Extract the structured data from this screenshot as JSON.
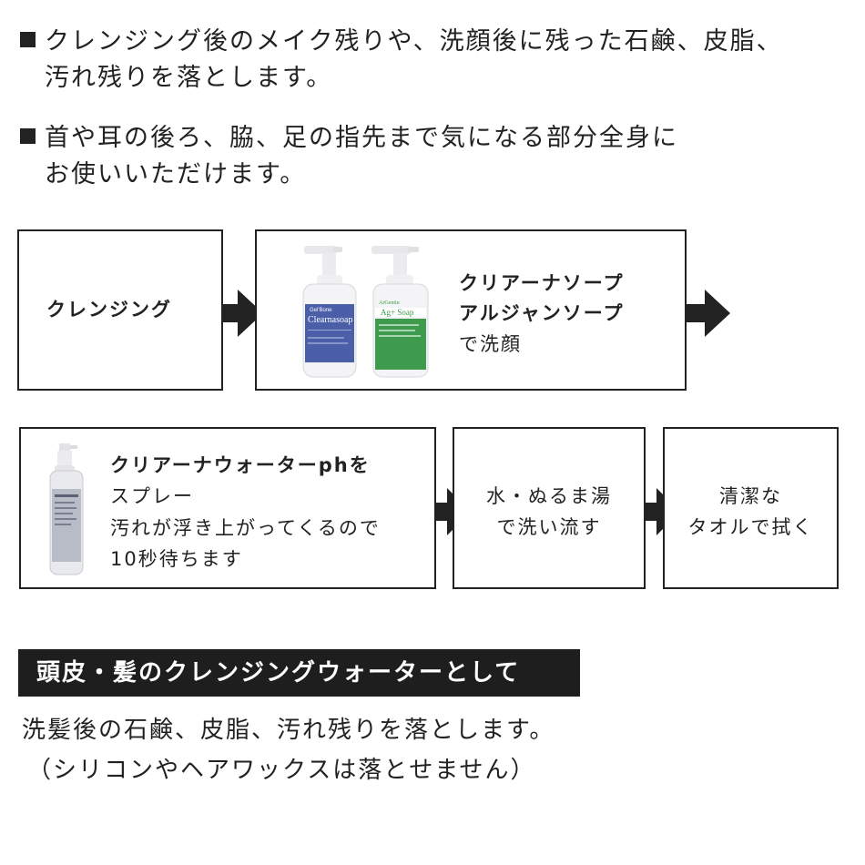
{
  "intro": {
    "bullet1": {
      "line1": "クレンジング後のメイク残りや、洗顔後に残った石鹸、皮脂、",
      "line2": "汚れ残りを落とします。"
    },
    "bullet2": {
      "line1": "首や耳の後ろ、脇、足の指先まで気になる部分全身に",
      "line2": "お使いいただけます。"
    }
  },
  "flow_row1": {
    "step1": {
      "label": "クレンジング"
    },
    "step2": {
      "product_a": {
        "brand": "Gel'Bone",
        "name": "Clearnasoap"
      },
      "product_b": {
        "brand": "ArGentin",
        "name": "Ag+ Soap"
      },
      "line1": "クリアーナソープ",
      "line2": "アルジャンソープ",
      "line3": "で洗顔"
    }
  },
  "flow_row2": {
    "step3": {
      "line1": "クリアーナウォーターphを",
      "line2": "スプレー",
      "line3": "汚れが浮き上がってくるので",
      "line4": "10秒待ちます"
    },
    "step4": {
      "line1": "水・ぬるま湯",
      "line2": "で洗い流す"
    },
    "step5": {
      "line1": "清潔な",
      "line2": "タオルで拭く"
    }
  },
  "hair_section": {
    "heading": "頭皮・髪のクレンジングウォーターとして",
    "line1": "洗髪後の石鹸、皮脂、汚れ残りを落とします。",
    "line2": "（シリコンやヘアワックスは落とせません）"
  },
  "colors": {
    "text": "#222222",
    "heading_bg": "#1e1e1e",
    "clearnasoap_label": "#4a5fa8",
    "agsoap_label": "#3e9a4c"
  }
}
